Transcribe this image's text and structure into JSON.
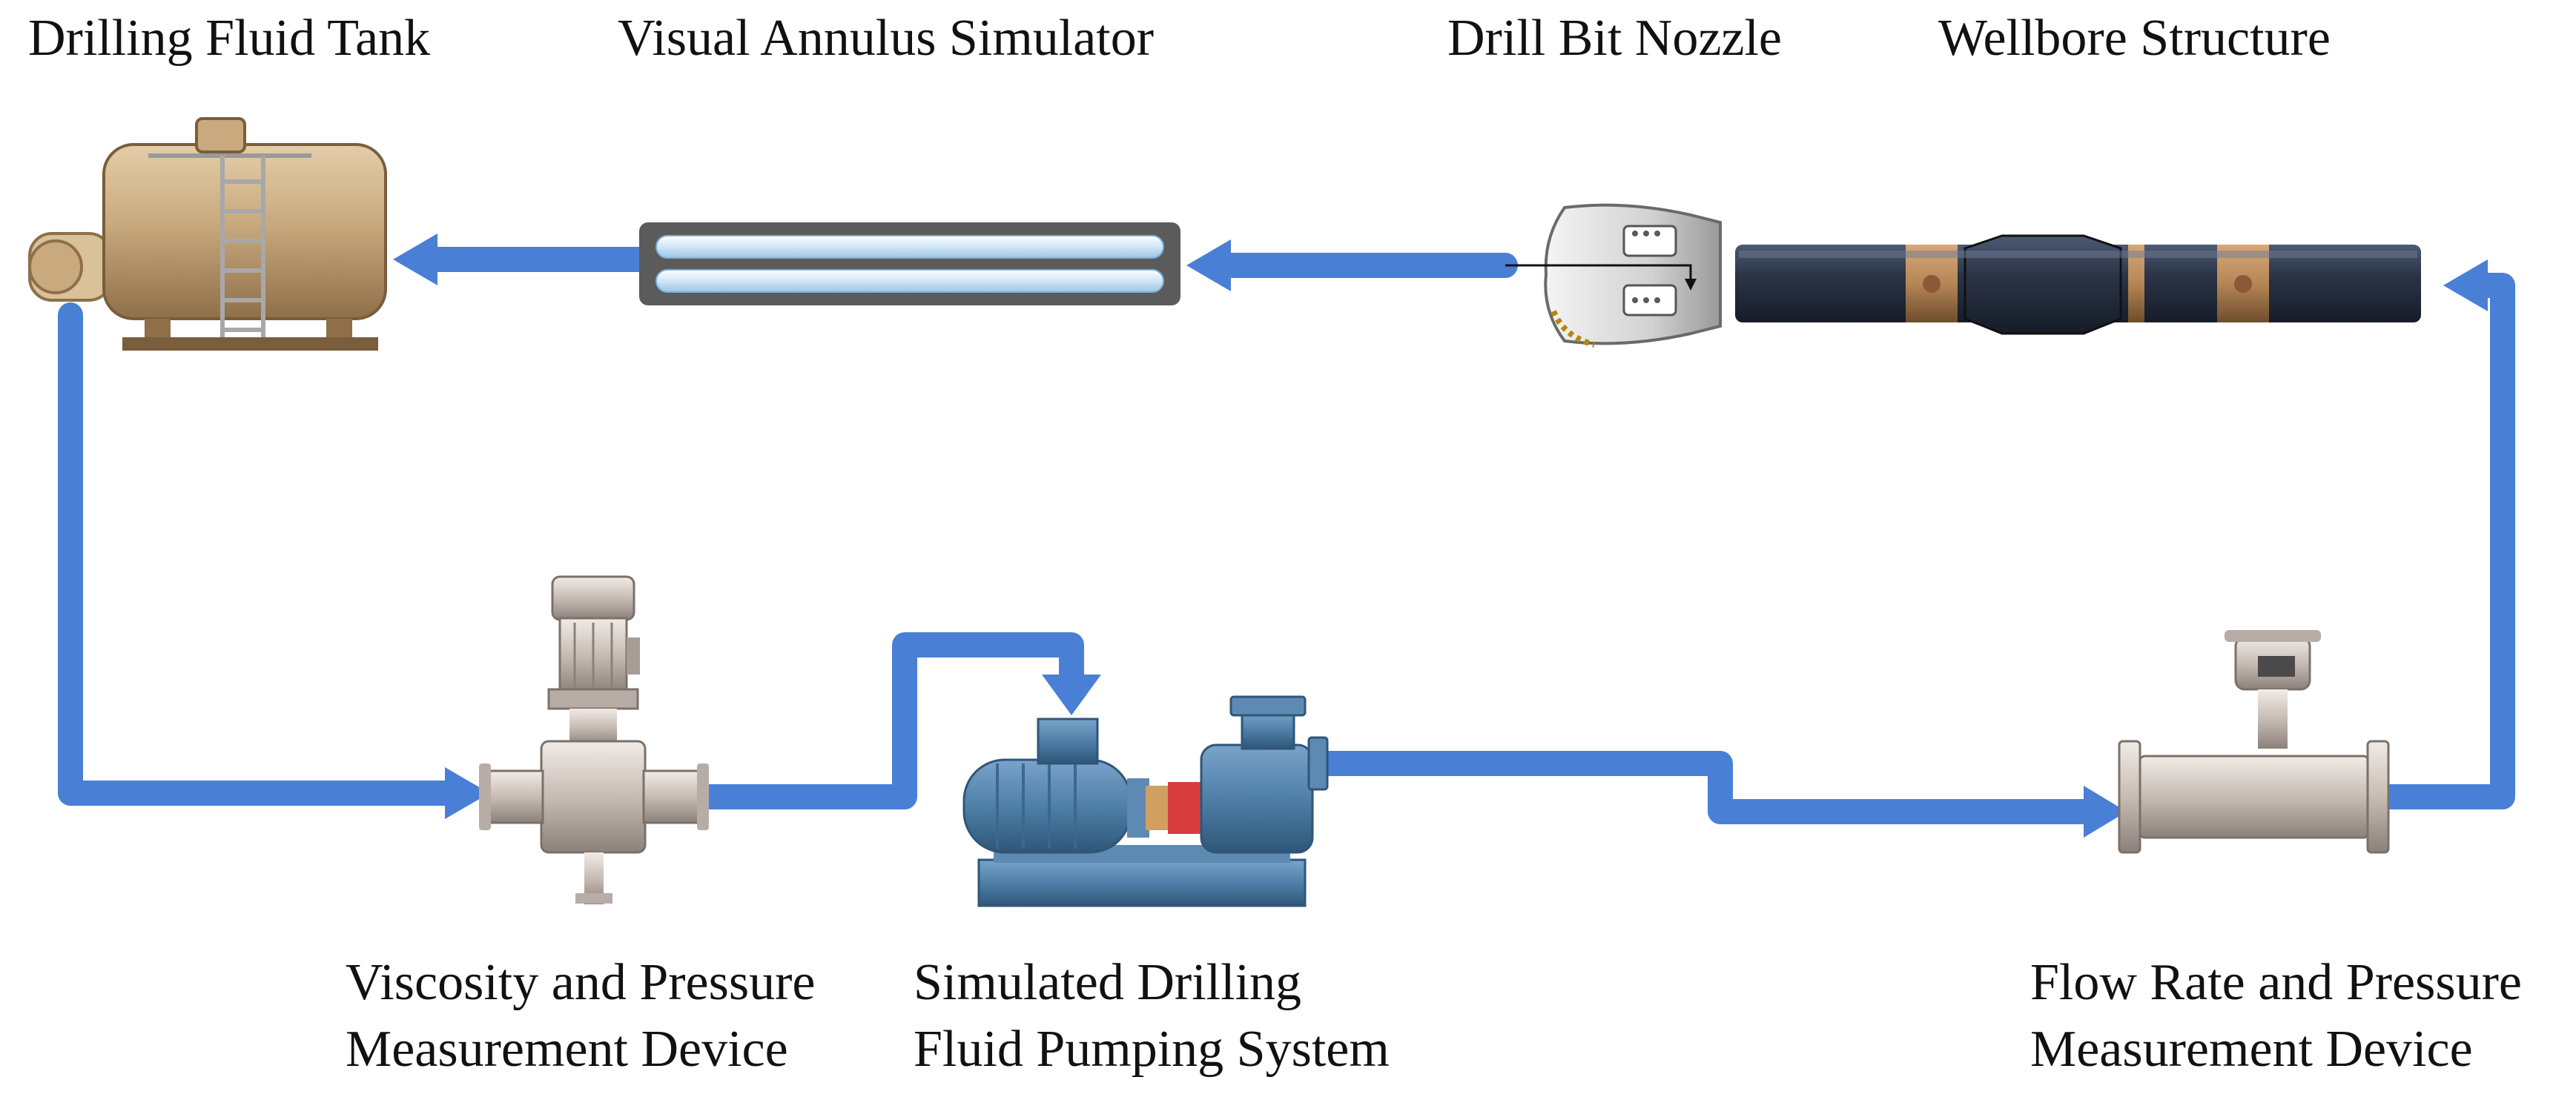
{
  "labels": {
    "drilling_fluid_tank": "Drilling Fluid Tank",
    "visual_annulus_simulator": "Visual Annulus Simulator",
    "drill_bit_nozzle": "Drill Bit Nozzle",
    "wellbore_structure": "Wellbore Structure",
    "viscosity_device_line1": "Viscosity and Pressure",
    "viscosity_device_line2": "Measurement Device",
    "pumping_system_line1": "Simulated Drilling",
    "pumping_system_line2": "Fluid Pumping System",
    "flow_device_line1": "Flow Rate and Pressure",
    "flow_device_line2": "Measurement Device"
  },
  "colors": {
    "pipe": "#4a7fd6",
    "tank": "#c9aa7e",
    "annulus_frame": "#5b5b5b",
    "annulus_tube": "#cfe6f6",
    "pump": "#4f7fa8",
    "wellbore": "#2b3447",
    "wellbore_collar": "#b58656",
    "meter": "#c7bcb4"
  }
}
